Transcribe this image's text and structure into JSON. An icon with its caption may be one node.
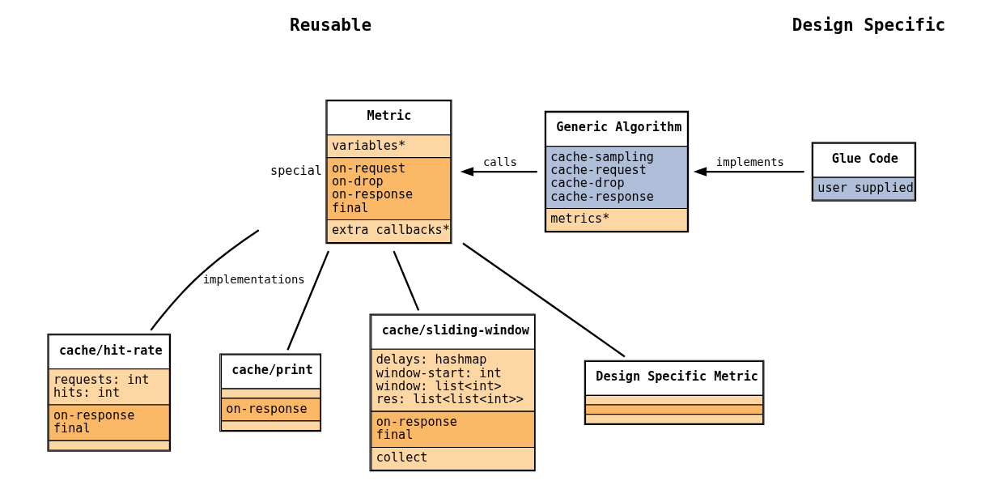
{
  "diagram": {
    "nodes": [
      {
        "text": [
          "Metric",
          "variables*",
          "on-request",
          "on-drop",
          "on-response",
          "final",
          "extra callbacks*"
        ],
        "beside": [
          "special"
        ]
      },
      {
        "text": [
          "Generic Algorithm",
          "cache-sampling",
          "cache-request",
          "cache-drop",
          "cache-response",
          "metrics*"
        ]
      },
      {
        "text": [
          "Glue Code",
          "user supplied"
        ]
      },
      {
        "text": [
          "cache/hit-rate",
          "requests: int",
          "hits: int",
          "on-response",
          "final"
        ]
      },
      {
        "text": [
          "cache/print",
          "on-response"
        ]
      },
      {
        "text": [
          "cache/sliding-window",
          "delays: hashmap",
          "window-start: int",
          "window: list<int>",
          "res: list<list<int>>",
          "on-response",
          "final",
          "collect"
        ]
      },
      {
        "text": [
          "Design Specific Metric"
        ]
      }
    ],
    "edges": [
      {
        "from": 1,
        "to": 0,
        "arrow": "to",
        "label": "calls"
      },
      {
        "from": 2,
        "to": 1,
        "arrow": "to",
        "label": "implements"
      },
      {
        "from": 0,
        "to": 3,
        "arrow": "none",
        "label": "implementations"
      },
      {
        "from": 0,
        "to": 4,
        "arrow": "none"
      },
      {
        "from": 0,
        "to": 5,
        "arrow": "none"
      },
      {
        "from": 0,
        "to": 6,
        "arrow": "none"
      }
    ],
    "labels": [
      "Reusable",
      "Design Specific"
    ]
  }
}
